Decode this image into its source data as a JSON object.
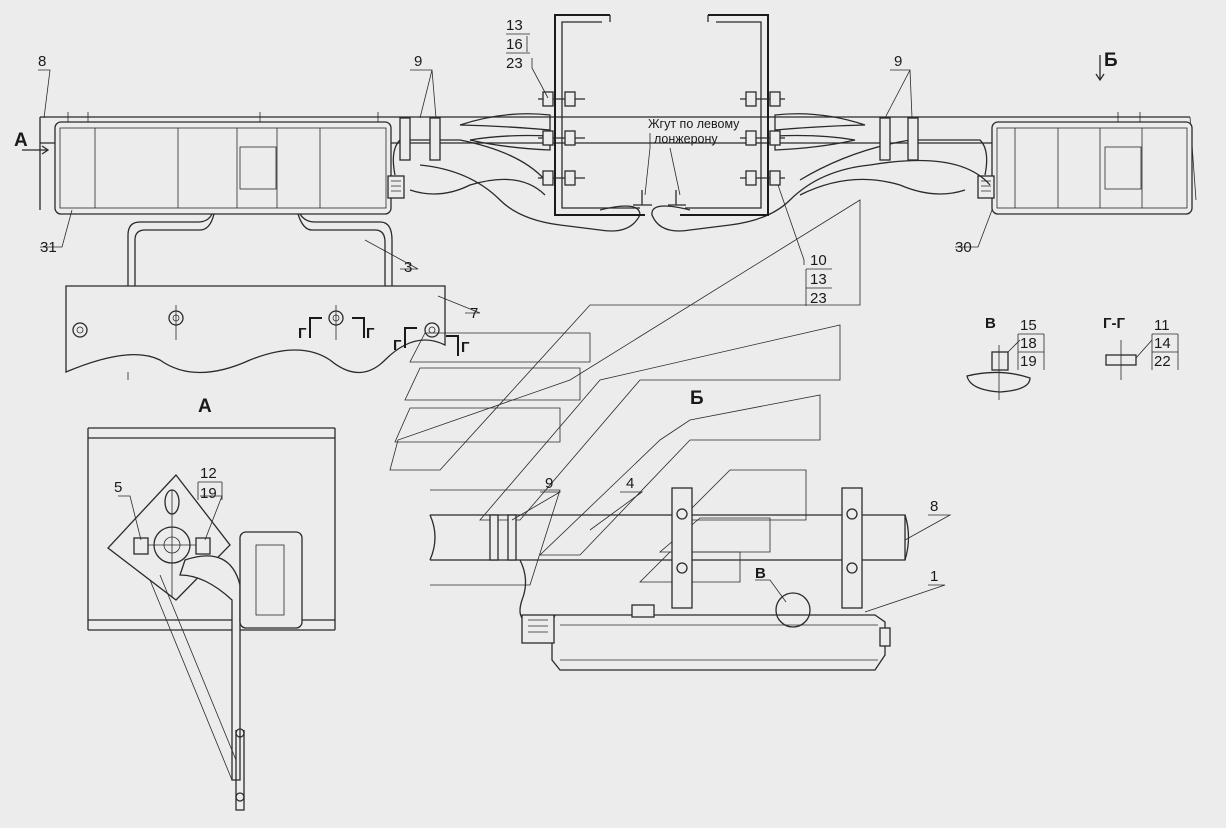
{
  "views": {
    "a": "А",
    "b": "Б",
    "v": "В",
    "g": "Г-Г"
  },
  "section_marks": {
    "g": "Г"
  },
  "note": {
    "line1": "Жгут по левому",
    "line2": "лонжерону"
  },
  "callouts": {
    "p1": "1",
    "p3": "3",
    "p4": "4",
    "p5": "5",
    "p7": "7",
    "p8": "8",
    "p9": "9",
    "p10": "10",
    "p11": "11",
    "p12": "12",
    "p13": "13",
    "p14": "14",
    "p15": "15",
    "p16": "16",
    "p18": "18",
    "p19": "19",
    "p22": "22",
    "p23": "23",
    "p30": "30",
    "p31": "31"
  }
}
